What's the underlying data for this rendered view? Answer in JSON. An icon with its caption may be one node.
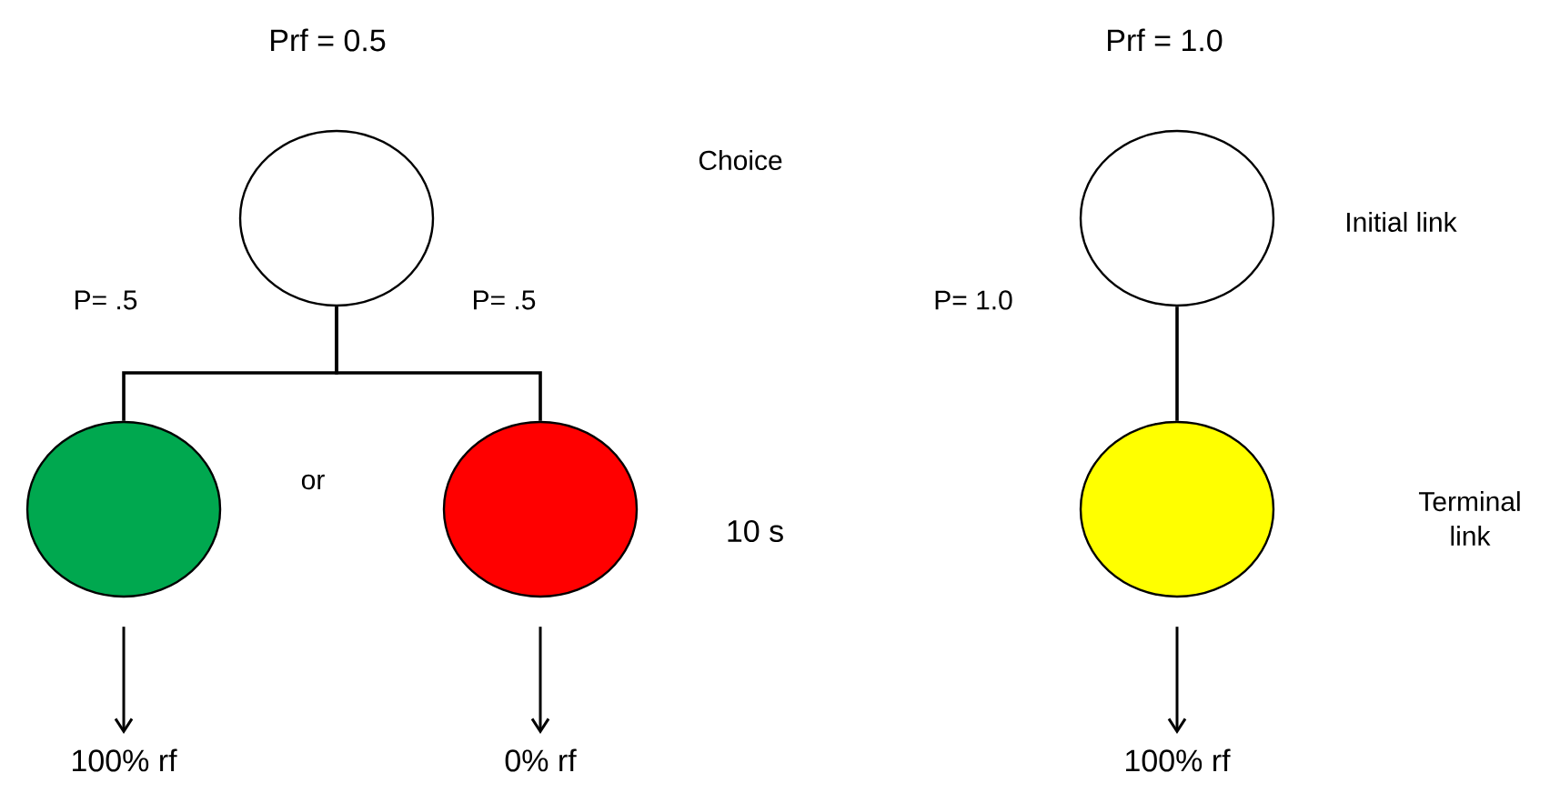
{
  "diagram": {
    "nodes": [
      {
        "text": [],
        "shape": "circle"
      },
      {
        "text": [],
        "shape": "circle"
      },
      {
        "text": [],
        "shape": "circle"
      },
      {
        "text": [],
        "shape": "circle"
      },
      {
        "text": [],
        "shape": "circle"
      },
      {
        "text": [
          "100% rf"
        ]
      },
      {
        "text": [
          "0% rf"
        ]
      },
      {
        "text": [
          "100% rf"
        ]
      }
    ],
    "edges": [
      {
        "from": 0,
        "to": 1,
        "arrow": "none"
      },
      {
        "from": 0,
        "to": 2,
        "arrow": "none"
      },
      {
        "from": 3,
        "to": 4,
        "arrow": "none"
      },
      {
        "from": 1,
        "to": 5,
        "arrow": "to"
      },
      {
        "from": 2,
        "to": 6,
        "arrow": "to"
      },
      {
        "from": 4,
        "to": 7,
        "arrow": "to"
      }
    ],
    "labels": [
      "Prf = 0.5",
      "Prf = 1.0",
      "Choice",
      "Initial link",
      "P= .5",
      "P= .5",
      "P= 1.0",
      "or",
      "10 s",
      "Terminal link"
    ]
  }
}
